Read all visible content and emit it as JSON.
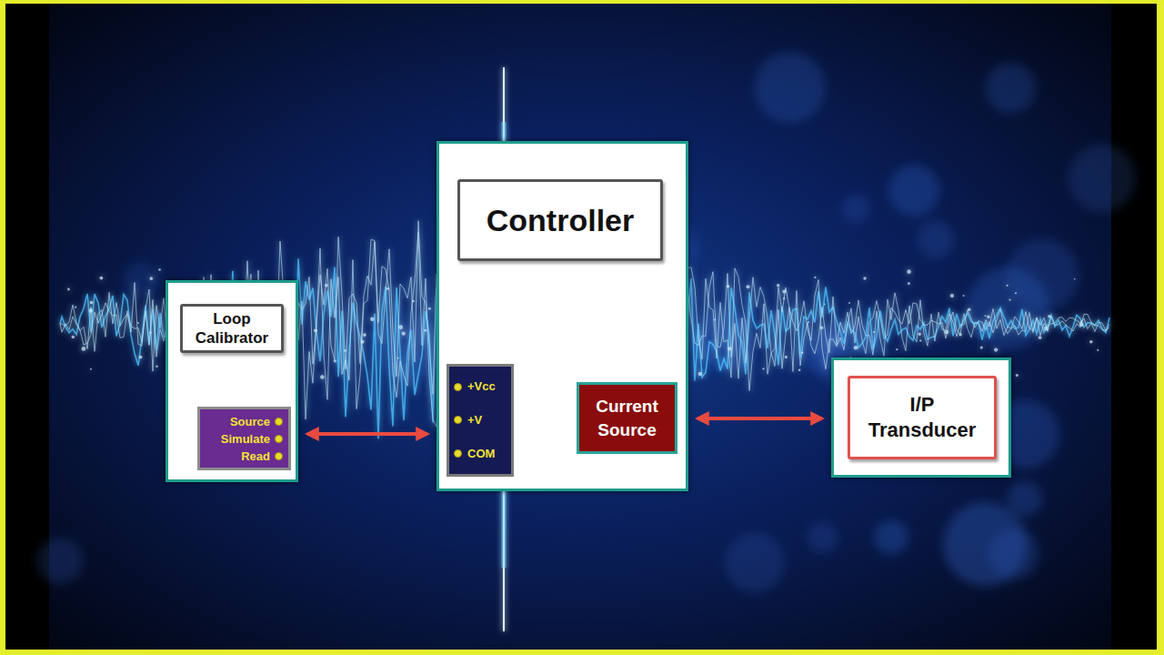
{
  "diagram": {
    "nodes": [
      {
        "text": []
      },
      {
        "text": [
          "Loop Calibrator"
        ],
        "in": 0
      },
      {
        "text": [
          "Source",
          "Simulate",
          "Read"
        ],
        "in": 0
      },
      {
        "text": []
      },
      {
        "text": [
          "Controller"
        ],
        "in": 3
      },
      {
        "text": [
          "+Vcc",
          "+V",
          "COM"
        ],
        "in": 3
      },
      {
        "text": [
          "Current Source"
        ],
        "in": 3
      },
      {
        "text": []
      },
      {
        "text": [
          "I/P Transducer"
        ],
        "in": 7
      }
    ],
    "edges": [
      {
        "from": 0,
        "to": 3,
        "arrow": "both"
      },
      {
        "from": 3,
        "to": 7,
        "arrow": "both"
      }
    ]
  }
}
